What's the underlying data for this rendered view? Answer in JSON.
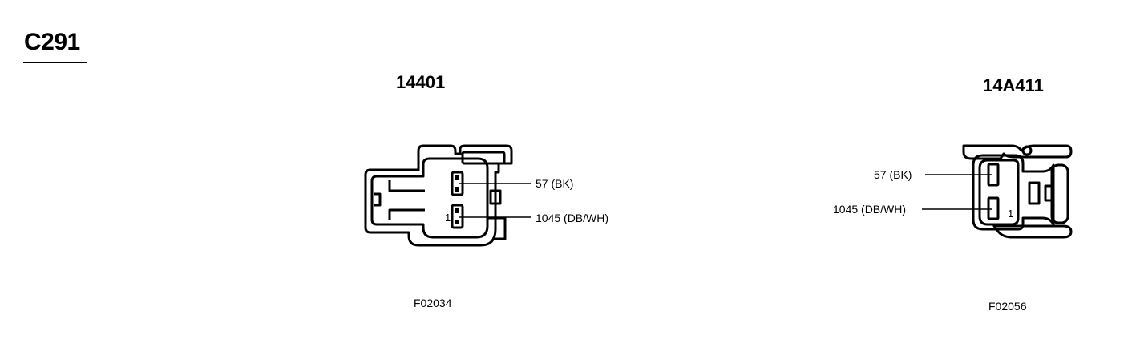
{
  "connector_id": "C291",
  "left": {
    "part_number": "14401",
    "wire_1": "57 (BK)",
    "wire_2": "1045 (DB/WH)",
    "pin_label": "1",
    "figure_code": "F02034"
  },
  "right": {
    "part_number": "14A411",
    "wire_1": "57 (BK)",
    "wire_2": "1045 (DB/WH)",
    "pin_label": "1",
    "figure_code": "F02056"
  }
}
